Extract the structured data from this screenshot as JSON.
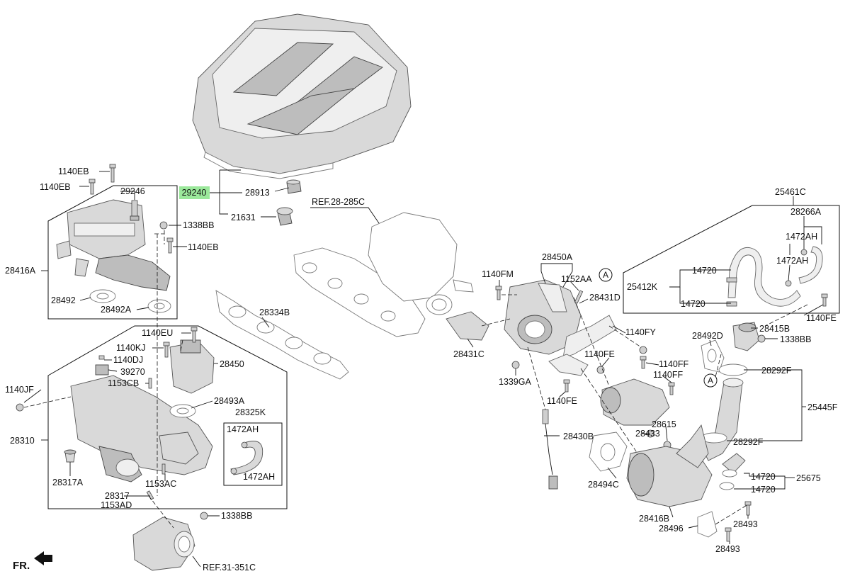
{
  "labels": {
    "p29240": "29240",
    "p28913": "28913",
    "p21631": "21631",
    "p1140EB_a": "1140EB",
    "p1140EB_b": "1140EB",
    "p29246": "29246",
    "p1338BB_a": "1338BB",
    "p1140EB_c": "1140EB",
    "p28416A": "28416A",
    "p28492": "28492",
    "p28492A": "28492A",
    "p28334B": "28334B",
    "p1140EU": "1140EU",
    "p1140KJ": "1140KJ",
    "p1140DJ": "1140DJ",
    "p39270": "39270",
    "p1153CB": "1153CB",
    "p28450": "28450",
    "p1140JF": "1140JF",
    "p28493A": "28493A",
    "p28325K": "28325K",
    "p1472AH_a": "1472AH",
    "p1472AH_b": "1472AH",
    "p28310": "28310",
    "p28317A": "28317A",
    "p1153AC": "1153AC",
    "p28317": "28317",
    "p1153AD": "1153AD",
    "p1338BB_b": "1338BB",
    "p28450A": "28450A",
    "p1140FM": "1140FM",
    "p1152AA": "1152AA",
    "p28431D": "28431D",
    "p28431C": "28431C",
    "p1140FY": "1140FY",
    "p1140FE_a": "1140FE",
    "p1140FF_a": "1140FF",
    "p1140FF_b": "1140FF",
    "p1339GA": "1339GA",
    "p1140FE_b": "1140FE",
    "p28430B": "28430B",
    "p28433": "28433",
    "p28615": "28615",
    "p28494C": "28494C",
    "p25461C": "25461C",
    "p28266A": "28266A",
    "p1472AH_c": "1472AH",
    "p1472AH_d": "1472AH",
    "p14720_a": "14720",
    "p25412K": "25412K",
    "p14720_b": "14720",
    "p1140FE_c": "1140FE",
    "p28492D": "28492D",
    "p28415B": "28415B",
    "p1338BB_c": "1338BB",
    "p28292F_a": "28292F",
    "p25445F": "25445F",
    "p28292F_b": "28292F",
    "p14720_c": "14720",
    "p25675": "25675",
    "p14720_d": "14720",
    "p28416B": "28416B",
    "p28496": "28496",
    "p28493_a": "28493",
    "p28493_b": "28493"
  },
  "refs": {
    "ref_28_285C": "REF.28-285C",
    "ref_31_351C": "REF.31-351C"
  },
  "callouts": {
    "a_top": "A",
    "a_bottom": "A"
  },
  "orientation": {
    "fr": "FR."
  },
  "colors": {
    "highlight": "#9be89b",
    "line": "#111111",
    "part_fill": "#d9d9d9"
  }
}
